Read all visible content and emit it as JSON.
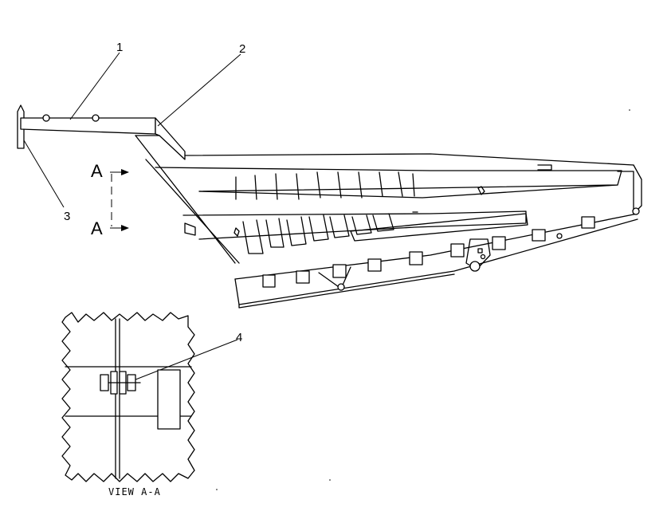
{
  "callouts": [
    {
      "id": "1",
      "label": "1"
    },
    {
      "id": "2",
      "label": "2"
    },
    {
      "id": "3",
      "label": "3"
    },
    {
      "id": "4",
      "label": "4"
    }
  ],
  "section": {
    "top": "A",
    "bottom": "A"
  },
  "view_caption": "VIEW A-A"
}
